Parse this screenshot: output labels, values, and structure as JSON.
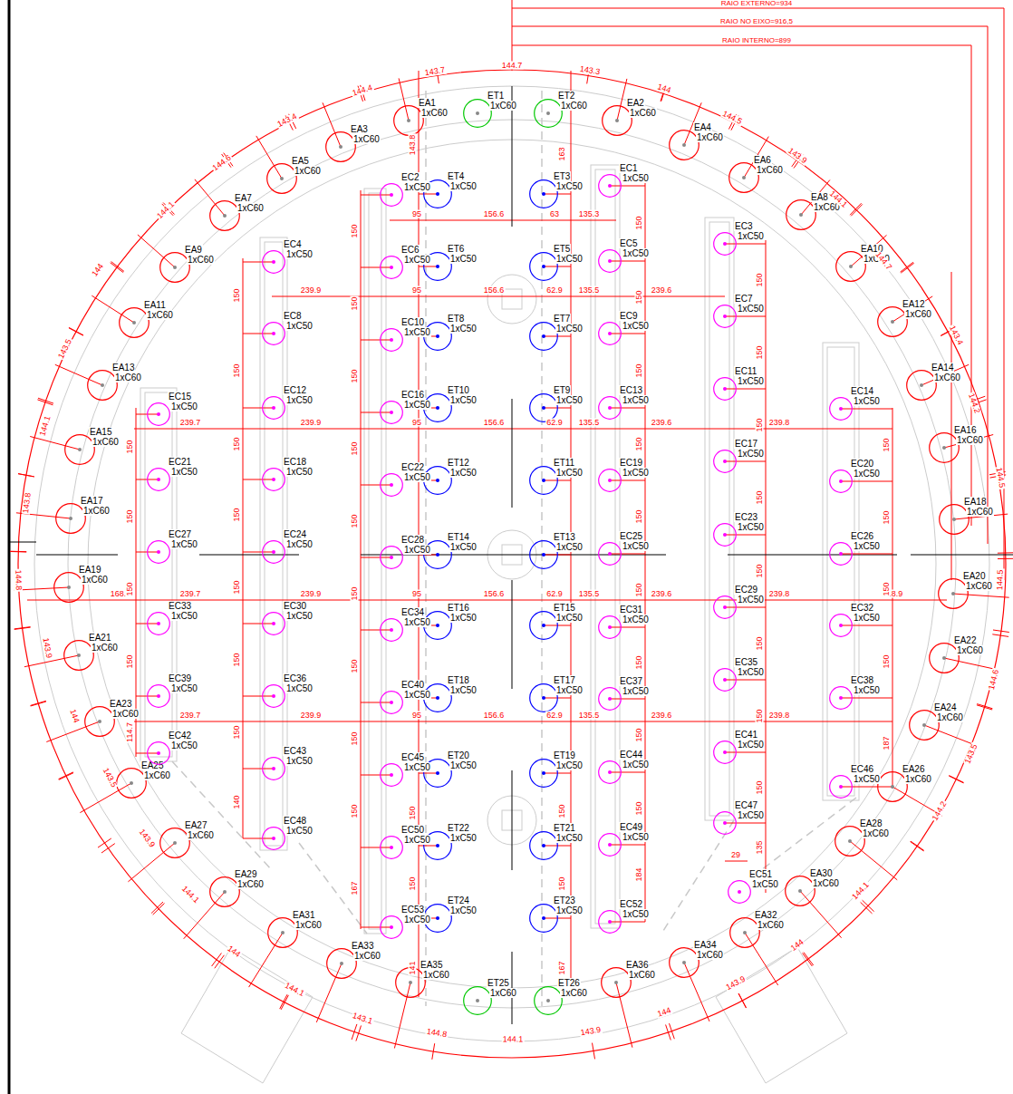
{
  "diagram": {
    "nodes": [
      {
        "text": [
          "EA1",
          "1xC60"
        ]
      },
      {
        "text": [
          "EA2",
          "1xC60"
        ]
      },
      {
        "text": [
          "EA3",
          "1xC60"
        ]
      },
      {
        "text": [
          "EA4",
          "1xC60"
        ]
      },
      {
        "text": [
          "EA5",
          "1xC60"
        ]
      },
      {
        "text": [
          "EA6",
          "1xC60"
        ]
      },
      {
        "text": [
          "EA7",
          "1xC60"
        ]
      },
      {
        "text": [
          "EA8",
          "1xC60"
        ]
      },
      {
        "text": [
          "EA9",
          "1xC60"
        ]
      },
      {
        "text": [
          "EA10",
          "1xC60"
        ]
      },
      {
        "text": [
          "EA11",
          "1xC60"
        ]
      },
      {
        "text": [
          "EA12",
          "1xC60"
        ]
      },
      {
        "text": [
          "EA13",
          "1xC60"
        ]
      },
      {
        "text": [
          "EA14",
          "1xC60"
        ]
      },
      {
        "text": [
          "EA15",
          "1xC60"
        ]
      },
      {
        "text": [
          "EA16",
          "1xC60"
        ]
      },
      {
        "text": [
          "EA17",
          "1xC60"
        ]
      },
      {
        "text": [
          "EA18",
          "1xC60"
        ]
      },
      {
        "text": [
          "EA19",
          "1xC60"
        ]
      },
      {
        "text": [
          "EA20",
          "1xC60"
        ]
      },
      {
        "text": [
          "EA21",
          "1xC60"
        ]
      },
      {
        "text": [
          "EA22",
          "1xC60"
        ]
      },
      {
        "text": [
          "EA23",
          "1xC60"
        ]
      },
      {
        "text": [
          "EA24",
          "1xC60"
        ]
      },
      {
        "text": [
          "EA25",
          "1xC60"
        ]
      },
      {
        "text": [
          "EA26",
          "1xC60"
        ]
      },
      {
        "text": [
          "EA27",
          "1xC60"
        ]
      },
      {
        "text": [
          "EA28",
          "1xC60"
        ]
      },
      {
        "text": [
          "EA29",
          "1xC60"
        ]
      },
      {
        "text": [
          "EA30",
          "1xC60"
        ]
      },
      {
        "text": [
          "EA31",
          "1xC60"
        ]
      },
      {
        "text": [
          "EA32",
          "1xC60"
        ]
      },
      {
        "text": [
          "EA33",
          "1xC60"
        ]
      },
      {
        "text": [
          "EA34",
          "1xC60"
        ]
      },
      {
        "text": [
          "EA35",
          "1xC60"
        ]
      },
      {
        "text": [
          "EA36",
          "1xC60"
        ]
      },
      {
        "text": [
          "ET1",
          "1xC60"
        ]
      },
      {
        "text": [
          "ET2",
          "1xC60"
        ]
      },
      {
        "text": [
          "ET3",
          "1xC50"
        ]
      },
      {
        "text": [
          "ET4",
          "1xC50"
        ]
      },
      {
        "text": [
          "ET5",
          "1xC50"
        ]
      },
      {
        "text": [
          "ET6",
          "1xC50"
        ]
      },
      {
        "text": [
          "ET7",
          "1xC50"
        ]
      },
      {
        "text": [
          "ET8",
          "1xC50"
        ]
      },
      {
        "text": [
          "ET9",
          "1xC50"
        ]
      },
      {
        "text": [
          "ET10",
          "1xC50"
        ]
      },
      {
        "text": [
          "ET11",
          "1xC50"
        ]
      },
      {
        "text": [
          "ET12",
          "1xC50"
        ]
      },
      {
        "text": [
          "ET13",
          "1xC50"
        ]
      },
      {
        "text": [
          "ET14",
          "1xC50"
        ]
      },
      {
        "text": [
          "ET15",
          "1xC50"
        ]
      },
      {
        "text": [
          "ET16",
          "1xC50"
        ]
      },
      {
        "text": [
          "ET17",
          "1xC50"
        ]
      },
      {
        "text": [
          "ET18",
          "1xC50"
        ]
      },
      {
        "text": [
          "ET19",
          "1xC50"
        ]
      },
      {
        "text": [
          "ET20",
          "1xC50"
        ]
      },
      {
        "text": [
          "ET21",
          "1xC50"
        ]
      },
      {
        "text": [
          "ET22",
          "1xC50"
        ]
      },
      {
        "text": [
          "ET23",
          "1xC50"
        ]
      },
      {
        "text": [
          "ET24",
          "1xC50"
        ]
      },
      {
        "text": [
          "ET25",
          "1xC60"
        ]
      },
      {
        "text": [
          "ET26",
          "1xC60"
        ]
      },
      {
        "text": [
          "EC1",
          "1xC50"
        ]
      },
      {
        "text": [
          "EC2",
          "1xC50"
        ]
      },
      {
        "text": [
          "EC3",
          "1xC50"
        ]
      },
      {
        "text": [
          "EC4",
          "1xC50"
        ]
      },
      {
        "text": [
          "EC5",
          "1xC50"
        ]
      },
      {
        "text": [
          "EC6",
          "1xC50"
        ]
      },
      {
        "text": [
          "EC7",
          "1xC50"
        ]
      },
      {
        "text": [
          "EC8",
          "1xC50"
        ]
      },
      {
        "text": [
          "EC9",
          "1xC50"
        ]
      },
      {
        "text": [
          "EC10",
          "1xC50"
        ]
      },
      {
        "text": [
          "EC11",
          "1xC50"
        ]
      },
      {
        "text": [
          "EC12",
          "1xC50"
        ]
      },
      {
        "text": [
          "EC13",
          "1xC50"
        ]
      },
      {
        "text": [
          "EC14",
          "1xC50"
        ]
      },
      {
        "text": [
          "EC15",
          "1xC50"
        ]
      },
      {
        "text": [
          "EC16",
          "1xC50"
        ]
      },
      {
        "text": [
          "EC17",
          "1xC50"
        ]
      },
      {
        "text": [
          "EC18",
          "1xC50"
        ]
      },
      {
        "text": [
          "EC19",
          "1xC50"
        ]
      },
      {
        "text": [
          "EC20",
          "1xC50"
        ]
      },
      {
        "text": [
          "EC21",
          "1xC50"
        ]
      },
      {
        "text": [
          "EC22",
          "1xC50"
        ]
      },
      {
        "text": [
          "EC23",
          "1xC50"
        ]
      },
      {
        "text": [
          "EC24",
          "1xC50"
        ]
      },
      {
        "text": [
          "EC25",
          "1xC50"
        ]
      },
      {
        "text": [
          "EC26",
          "1xC50"
        ]
      },
      {
        "text": [
          "EC27",
          "1xC50"
        ]
      },
      {
        "text": [
          "EC28",
          "1xC50"
        ]
      },
      {
        "text": [
          "EC29",
          "1xC50"
        ]
      },
      {
        "text": [
          "EC30",
          "1xC50"
        ]
      },
      {
        "text": [
          "EC31",
          "1xC50"
        ]
      },
      {
        "text": [
          "EC32",
          "1xC50"
        ]
      },
      {
        "text": [
          "EC33",
          "1xC50"
        ]
      },
      {
        "text": [
          "EC34",
          "1xC50"
        ]
      },
      {
        "text": [
          "EC35",
          "1xC50"
        ]
      },
      {
        "text": [
          "EC36",
          "1xC50"
        ]
      },
      {
        "text": [
          "EC37",
          "1xC50"
        ]
      },
      {
        "text": [
          "EC38",
          "1xC50"
        ]
      },
      {
        "text": [
          "EC39",
          "1xC50"
        ]
      },
      {
        "text": [
          "EC40",
          "1xC50"
        ]
      },
      {
        "text": [
          "EC41",
          "1xC50"
        ]
      },
      {
        "text": [
          "EC42",
          "1xC50"
        ]
      },
      {
        "text": [
          "EC43",
          "1xC50"
        ]
      },
      {
        "text": [
          "EC44",
          "1xC50"
        ]
      },
      {
        "text": [
          "EC45",
          "1xC50"
        ]
      },
      {
        "text": [
          "EC46",
          "1xC50"
        ]
      },
      {
        "text": [
          "EC47",
          "1xC50"
        ]
      },
      {
        "text": [
          "EC48",
          "1xC50"
        ]
      },
      {
        "text": [
          "EC49",
          "1xC50"
        ]
      },
      {
        "text": [
          "EC50",
          "1xC50"
        ]
      },
      {
        "text": [
          "EC51",
          "1xC50"
        ]
      },
      {
        "text": [
          "EC52",
          "1xC50"
        ]
      },
      {
        "text": [
          "EC53",
          "1xC50"
        ]
      }
    ],
    "labels": [
      "RAIO EXTERNO=934",
      "RAIO NO EIXO=916,5",
      "RAIO INTERNO=899",
      "143.7",
      "144.7",
      "143.3",
      "144",
      "144.5",
      "143.9",
      "144.1",
      "144.7",
      "143.4",
      "144.2",
      "144.5",
      "144.5",
      "144.6",
      "143.5",
      "144.2",
      "144.1",
      "144",
      "143.9",
      "144",
      "143.9",
      "144.1",
      "144.8",
      "143.1",
      "144.1",
      "144",
      "144.1",
      "143.9",
      "143.5",
      "144",
      "143.9",
      "144.8",
      "143.8",
      "144.1",
      "143.5",
      "144",
      "144.1",
      "144.6",
      "143.4",
      "144.4",
      "95",
      "156.6",
      "63",
      "135.3",
      "239.9",
      "95",
      "156.6",
      "62.9",
      "135.5",
      "239.6",
      "239.7",
      "239.9",
      "95",
      "156.6",
      "62.9",
      "135.5",
      "239.6",
      "239.8",
      "168.9",
      "239.7",
      "239.9",
      "95",
      "156.6",
      "62.9",
      "135.5",
      "239.6",
      "239.8",
      "218.9",
      "239.7",
      "239.9",
      "95",
      "156.6",
      "62.9",
      "135.5",
      "239.6",
      "239.8",
      "150",
      "150",
      "150",
      "150",
      "114.7",
      "150",
      "150",
      "150",
      "150",
      "150",
      "150",
      "150",
      "140",
      "150",
      "150",
      "150",
      "150",
      "150",
      "150",
      "150",
      "150",
      "150",
      "167",
      "143.8",
      "150",
      "150",
      "141",
      "163",
      "150",
      "150",
      "167",
      "150",
      "150",
      "150",
      "150",
      "150",
      "150",
      "150",
      "150",
      "150",
      "184",
      "150",
      "150",
      "150",
      "150",
      "150",
      "150",
      "150",
      "150",
      "135",
      "29",
      "150",
      "150",
      "150",
      "150",
      "187"
    ]
  }
}
